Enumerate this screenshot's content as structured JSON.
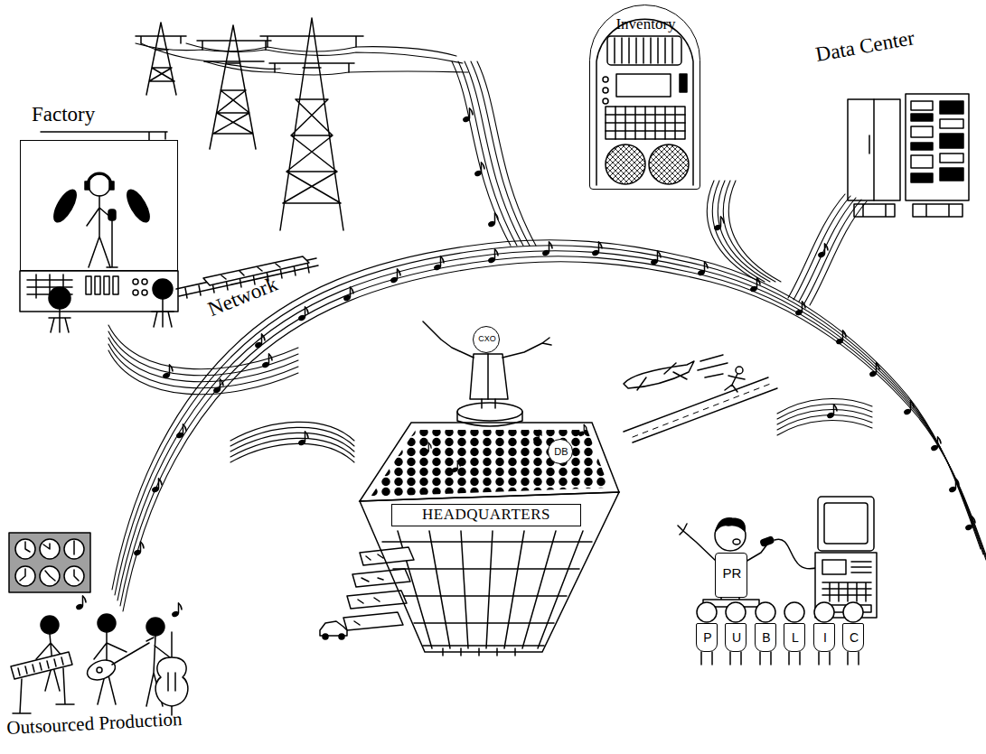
{
  "diagram": {
    "nodes": [
      {
        "text": [
          "Factory"
        ]
      },
      {
        "text": [
          "Inventory"
        ]
      },
      {
        "text": [
          "Data Center"
        ]
      },
      {
        "text": [
          "CXO"
        ]
      },
      {
        "text": [
          "HEADQUARTERS"
        ]
      },
      {
        "text": [
          "DB"
        ],
        "in": 4
      },
      {
        "text": [
          "PR"
        ]
      },
      {
        "text": [
          "P"
        ]
      },
      {
        "text": [
          "U"
        ]
      },
      {
        "text": [
          "B"
        ]
      },
      {
        "text": [
          "L"
        ]
      },
      {
        "text": [
          "I"
        ]
      },
      {
        "text": [
          "C"
        ]
      }
    ],
    "labels": [
      "Network",
      "Outsourced Production"
    ]
  }
}
